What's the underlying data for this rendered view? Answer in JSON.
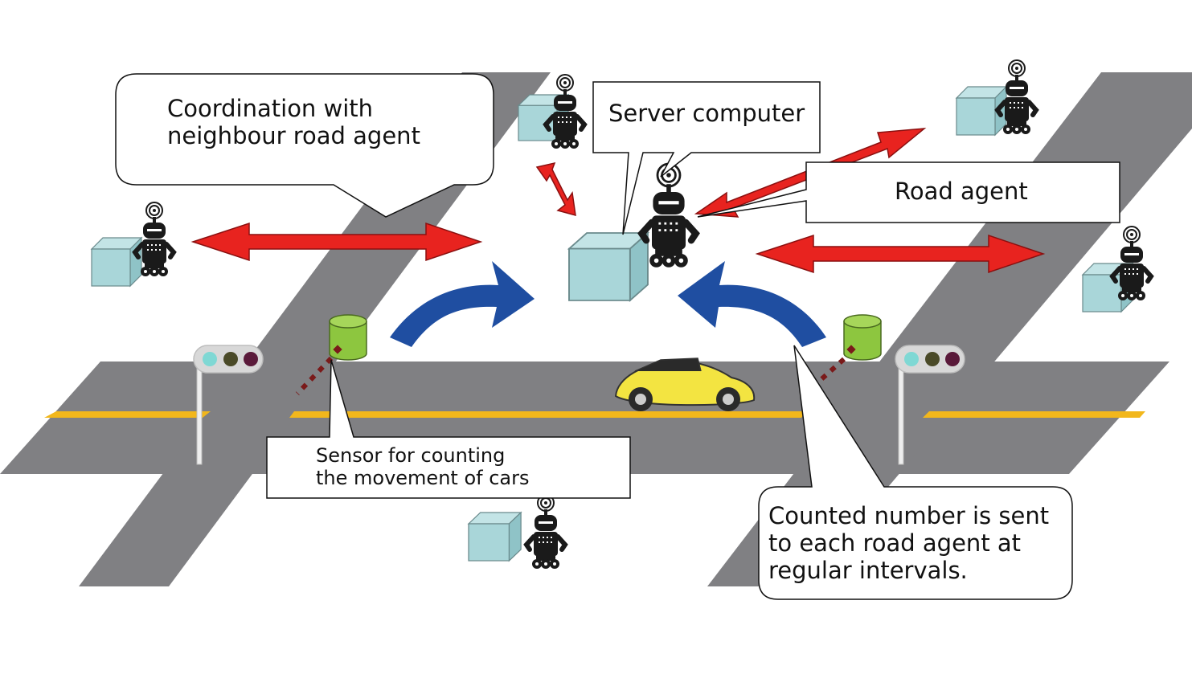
{
  "labels": {
    "coordination_line1": "Coordination with",
    "coordination_line2": "neighbour road agent",
    "server_computer": "Server computer",
    "road_agent": "Road agent",
    "sensor_line1": "Sensor for counting",
    "sensor_line2": "the movement of cars",
    "counted_line1": "Counted number is sent",
    "counted_line2": "to each road agent at",
    "counted_line3": "regular intervals."
  },
  "colors": {
    "road": "#808083",
    "lane_marking": "#f2b71c",
    "red_arrow": "#e8231f",
    "blue_arrow": "#1f4ea1",
    "box": "#a9d6d9",
    "sensor": "#8dc63f",
    "car": "#f3e441",
    "robot": "#1a1a1a",
    "traffic_light_colors": [
      "#7fd8d4",
      "#4a4a28",
      "#5a1a3a"
    ]
  },
  "icons": [
    "robot-icon",
    "server-box-icon",
    "traffic-light-icon",
    "sensor-cylinder-icon",
    "car-icon"
  ]
}
